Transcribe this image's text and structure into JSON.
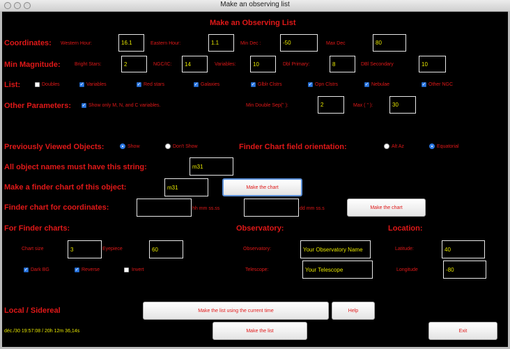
{
  "window": {
    "title": "Make an observing list"
  },
  "heading": "Make an Observing List",
  "coordinates": {
    "label": "Coordinates:",
    "western_hour": {
      "label": "Western Hour:",
      "value": "16.1"
    },
    "eastern_hour": {
      "label": "Eastern Hour:",
      "value": "1.1"
    },
    "min_dec": {
      "label": "Min Dec :",
      "value": "-50"
    },
    "max_dec": {
      "label": "Max Dec",
      "value": "80"
    }
  },
  "min_magnitude": {
    "label": "Min Magnitude:",
    "bright_stars": {
      "label": "Bright Stars:",
      "value": "2"
    },
    "ngc_ic": {
      "label": "NGC/IC:",
      "value": "14"
    },
    "variables": {
      "label": "Variables:",
      "value": "10"
    },
    "dbl_primary": {
      "label": "Dbl Primary:",
      "value": "8"
    },
    "dbl_secondary": {
      "label": "DBl Secondary",
      "value": "10"
    }
  },
  "list": {
    "label": "List:",
    "items": [
      {
        "label": "Doubles"
      },
      {
        "label": "Variables"
      },
      {
        "label": "Red stars"
      },
      {
        "label": "Galaxies"
      },
      {
        "label": "Glblr Clstrs"
      },
      {
        "label": "Opn Clstrs"
      },
      {
        "label": "Nebulae"
      },
      {
        "label": "Other NGC"
      }
    ]
  },
  "other_params": {
    "label": "Other Parameters:",
    "only_mnc": "Show only M, N, and C variables.",
    "min_double_sep": {
      "label": "Min Double Sep(\" ):",
      "value": "2"
    },
    "max": {
      "label": "Max ( \" ):",
      "value": "30"
    }
  },
  "previously_viewed": {
    "label": "Previously Viewed Objects:",
    "show": "Show",
    "dont_show": "Don't Show"
  },
  "finder_orientation": {
    "label": "Finder Chart field orientation:",
    "altaz": "Alt Az",
    "equatorial": "Equatorial"
  },
  "name_filter": {
    "label": "All object names must have this string:",
    "value": "m31"
  },
  "finder_object": {
    "label": "Make a finder chart of this object:",
    "value": "m31",
    "button": "Make the chart"
  },
  "finder_coords": {
    "label": "Finder chart for coordinates:",
    "ra_hint": "hh mm ss.ss",
    "dec_hint": "dd mm ss.s",
    "button": "Make the chart"
  },
  "finder_settings": {
    "label": "For Finder charts:",
    "chart_size": {
      "label": "Chart size",
      "value": "3"
    },
    "eyepiece": {
      "label": "Eyepiece",
      "value": "60"
    },
    "dark_bg": "Dark BG",
    "reverse": "Reverse",
    "invert": "Invert"
  },
  "observatory": {
    "label": "Observatory:",
    "name": {
      "label": "Observatory:",
      "value": "Your Observatory Name"
    },
    "telescope": {
      "label": "Telescope:",
      "value": "Your Telescope"
    }
  },
  "location": {
    "label": "Location:",
    "latitude": {
      "label": "Latitude:",
      "value": "40"
    },
    "longitude": {
      "label": "Longitude",
      "value": "-80"
    }
  },
  "local_sidereal": {
    "label": "Local  /  Sidereal",
    "value": "déc./30 19:57:08 / 20h 12m 36,14s"
  },
  "buttons": {
    "make_now": "Make the list using the current time",
    "help": "Help",
    "make_list": "Make the list",
    "exit": "Exit"
  },
  "colors": {
    "accent_red": "#e01818",
    "value_yellow": "#e6e600",
    "check_blue": "#2b78e4"
  }
}
